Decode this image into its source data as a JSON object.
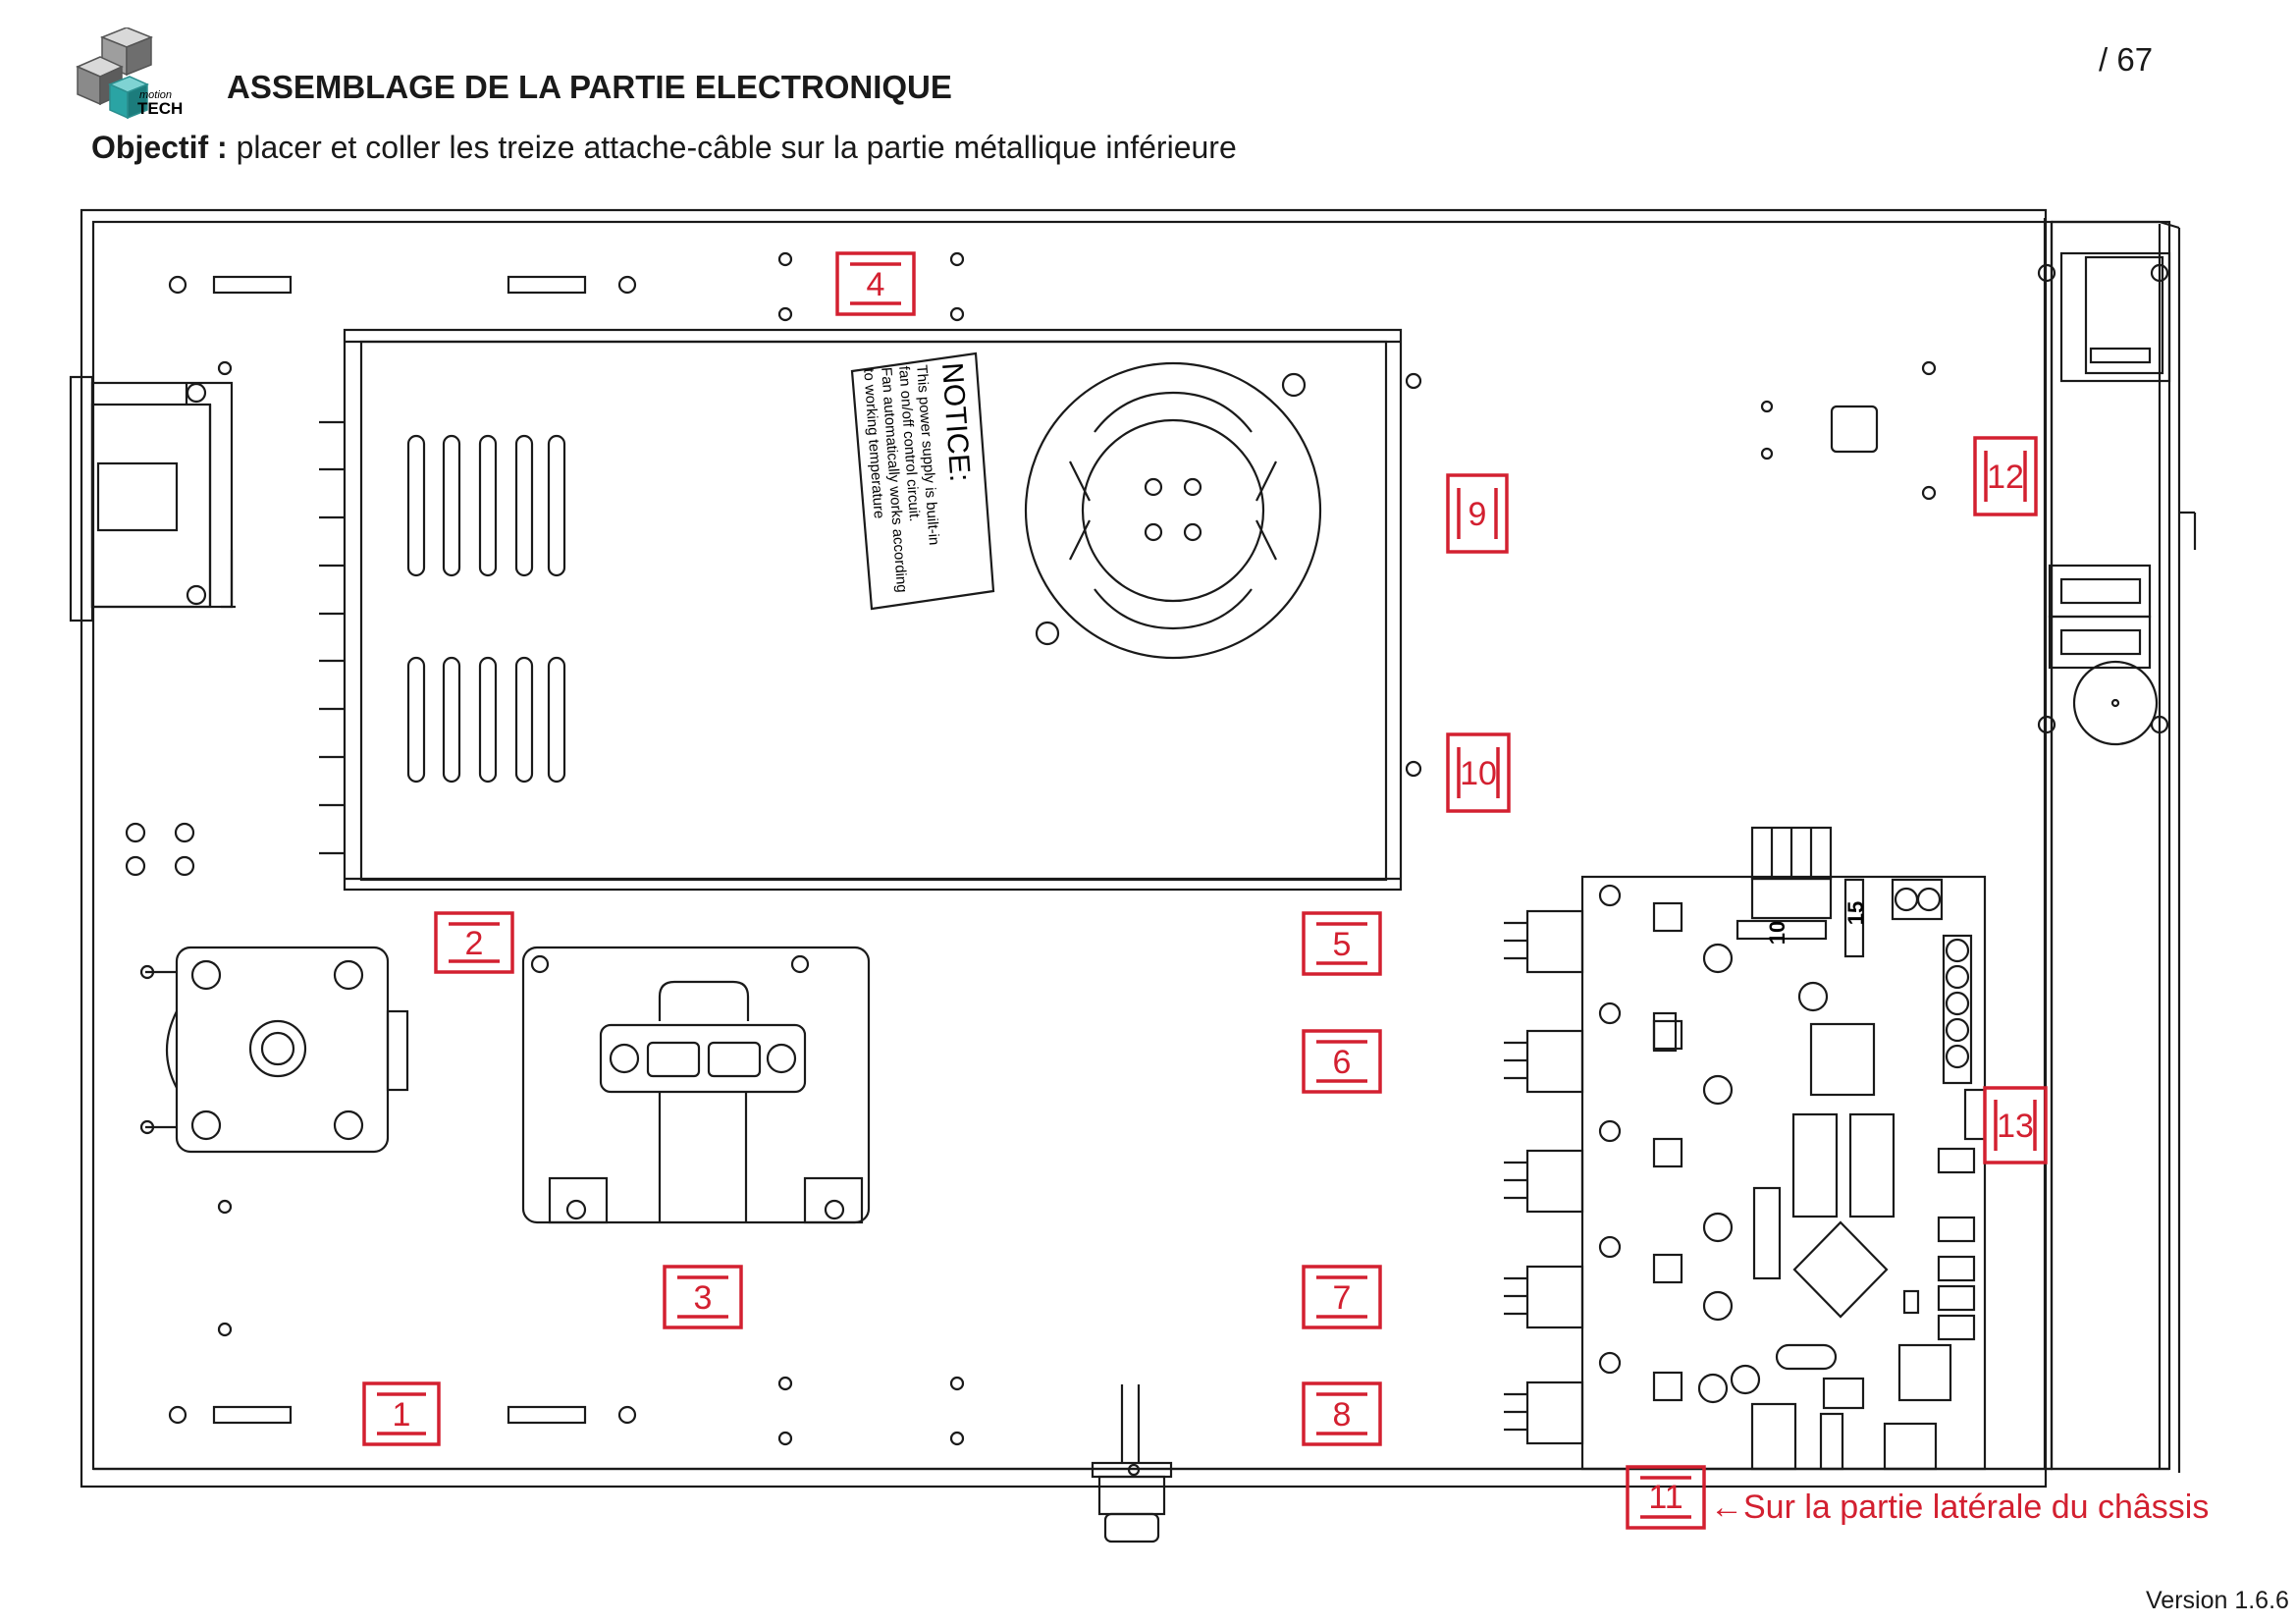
{
  "header": {
    "brand": "motion TECH",
    "title": "ASSEMBLAGE DE LA PARTIE ELECTRONIQUE",
    "page": "/ 67"
  },
  "objective": {
    "label": "Objectif :",
    "text": "placer et coller les treize attache-câble sur la partie métallique inférieure"
  },
  "psu_notice": {
    "title": "NOTICE:",
    "lines": [
      "This power supply is built-in",
      "fan on/off control circuit.",
      "Fan automatically works according",
      "to working temperature"
    ]
  },
  "board": {
    "fuse_10": "10",
    "fuse_15": "15"
  },
  "markers": [
    "1",
    "2",
    "3",
    "4",
    "5",
    "6",
    "7",
    "8",
    "9",
    "10",
    "11",
    "12",
    "13"
  ],
  "side_note": "←Sur la partie latérale du châssis",
  "footer": {
    "version": "Version 1.6.6"
  },
  "colors": {
    "marker": "#d32030",
    "line": "#1a1a1a"
  }
}
